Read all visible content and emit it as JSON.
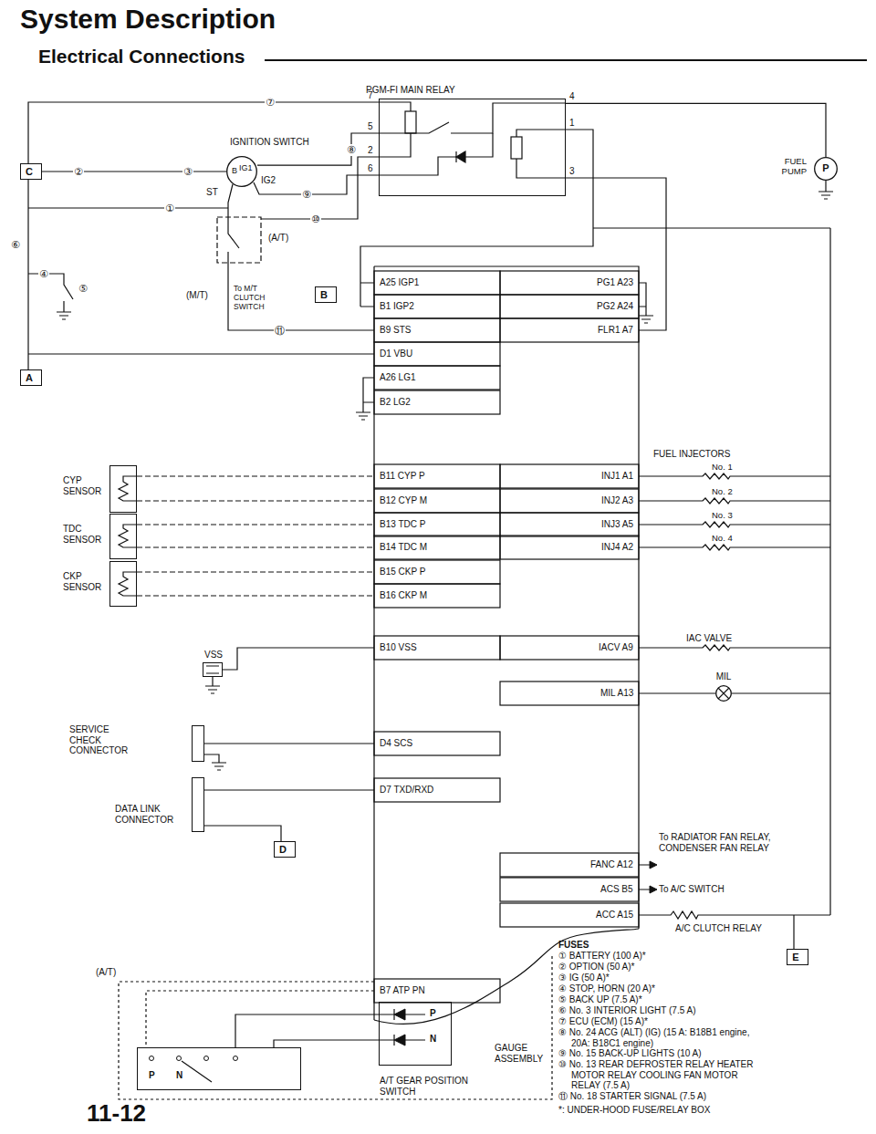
{
  "diagram": {
    "title": "System Description",
    "nodes": [
      {
        "text": [
          "PGM-FI MAIN RELAY"
        ]
      },
      {
        "text": [
          "IGNITION SWITCH",
          "B",
          "IG1"
        ]
      },
      {
        "text": [
          "FUEL PUMP",
          "P"
        ]
      },
      {
        "text": [
          "C"
        ]
      },
      {
        "text": [
          "A"
        ]
      },
      {
        "text": [
          "B"
        ]
      },
      {
        "text": [
          "CYP SENSOR"
        ]
      },
      {
        "text": [
          "TDC SENSOR"
        ]
      },
      {
        "text": [
          "CKP SENSOR"
        ]
      },
      {
        "text": [
          "VSS"
        ]
      },
      {
        "text": [
          "SERVICE CHECK CONNECTOR"
        ]
      },
      {
        "text": [
          "DATA LINK CONNECTOR"
        ]
      },
      {
        "text": [
          "D"
        ]
      },
      {
        "text": [
          "MIL"
        ]
      },
      {
        "text": [
          "E"
        ]
      },
      {
        "text": [
          "GAUGE ASSEMBLY",
          "P",
          "N"
        ]
      },
      {
        "text": [
          "A/T GEAR POSITION SWITCH",
          "P",
          "N"
        ]
      }
    ],
    "edges": [
      {
        "from": 0,
        "to": 2,
        "arrow": "none"
      },
      {
        "from": 1,
        "to": 0,
        "arrow": "none"
      },
      {
        "from": 3,
        "to": 1,
        "arrow": "none"
      },
      {
        "from": 16,
        "to": 15,
        "arrow": "none"
      }
    ],
    "labels": [
      "Electrical Connections",
      "7",
      "5",
      "2",
      "6",
      "4",
      "1",
      "3",
      "ST",
      "IG2",
      "⑦",
      "⑧",
      "②",
      "③",
      "①",
      "⑥",
      "④",
      "⑤",
      "⑨",
      "⑩",
      "⑪",
      "(A/T)",
      "(M/T)",
      "To M/T CLUTCH SWITCH",
      "A25 IGP1",
      "B1 IGP2",
      "B9 STS",
      "D1 VBU",
      "A26 LG1",
      "B2 LG2",
      "B11 CYP P",
      "B12 CYP M",
      "B13 TDC P",
      "B14 TDC M",
      "B15 CKP P",
      "B16 CKP M",
      "B10 VSS",
      "D4 SCS",
      "D7 TXD/RXD",
      "B7 ATP PN",
      "PG1 A23",
      "PG2 A24",
      "FLR1 A7",
      "INJ1 A1",
      "INJ2 A3",
      "INJ3 A5",
      "INJ4 A2",
      "IACV A9",
      "MIL A13",
      "FANC A12",
      "ACS B5",
      "ACC A15",
      "FUEL INJECTORS",
      "No. 1",
      "No. 2",
      "No. 3",
      "No. 4",
      "IAC VALVE",
      "To RADIATOR FAN RELAY, CONDENSER FAN RELAY",
      "To A/C SWITCH",
      "A/C CLUTCH RELAY",
      "(A/T)",
      "FUSES",
      "① BATTERY (100 A)*",
      "② OPTION (50 A)*",
      "③ IG (50 A)*",
      "④ STOP, HORN (20 A)*",
      "⑤ BACK UP (7.5 A)*",
      "⑥ No. 3 INTERIOR LIGHT (7.5 A)",
      "⑦ ECU (ECM) (15 A)*",
      "⑧ No. 24 ACG (ALT) (IG) (15 A: B18B1 engine, 20A: B18C1 engine)",
      "⑨ No. 15 BACK-UP LIGHTS (10 A)",
      "⑩ No. 13 REAR DEFROSTER RELAY HEATER MOTOR RELAY COOLING FAN MOTOR RELAY (7.5 A)",
      "⑪ No. 18 STARTER SIGNAL (7.5 A)",
      "*: UNDER-HOOD FUSE/RELAY BOX",
      "11-12"
    ]
  }
}
